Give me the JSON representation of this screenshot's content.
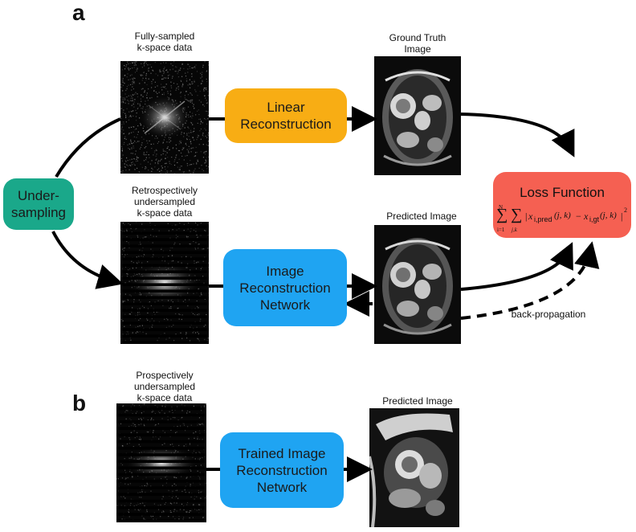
{
  "panels": {
    "a": "a",
    "b": "b"
  },
  "captions": {
    "fully_sampled": [
      "Fully-sampled",
      "k-space data"
    ],
    "ground_truth": [
      "Ground Truth",
      "Image"
    ],
    "retro": [
      "Retrospectively",
      "undersampled",
      "k-space data"
    ],
    "predicted_a": "Predicted Image",
    "prospective": [
      "Prospectively",
      "undersampled",
      "k-space data"
    ],
    "predicted_b": "Predicted Image",
    "backprop": "back-propagation"
  },
  "boxes": {
    "undersampling": [
      "Under-",
      "sampling"
    ],
    "linear": [
      "Linear",
      "Reconstruction"
    ],
    "network": [
      "Image",
      "Reconstruction",
      "Network"
    ],
    "trained": [
      "Trained Image",
      "Reconstruction",
      "Network"
    ],
    "loss": "Loss Function"
  },
  "formula": {
    "sum_top": "N",
    "sum_bottom_1": "i=1",
    "sum_bottom_2": "j,k",
    "sigma": "∑",
    "term_pred_x": "x",
    "term_pred_sub": "i,pred",
    "term_pred_args": "(j, k)",
    "minus": "−",
    "term_gt_x": "x",
    "term_gt_sub": "i,gt",
    "term_gt_args": "(j, k)",
    "abs_open": "|",
    "abs_close": "|",
    "power": "2"
  },
  "colors": {
    "undersampling": "#1aa88a",
    "linear": "#f8ad14",
    "network": "#1fa4f2",
    "trained": "#1fa4f2",
    "loss": "#f56052",
    "arrow": "#000000"
  }
}
